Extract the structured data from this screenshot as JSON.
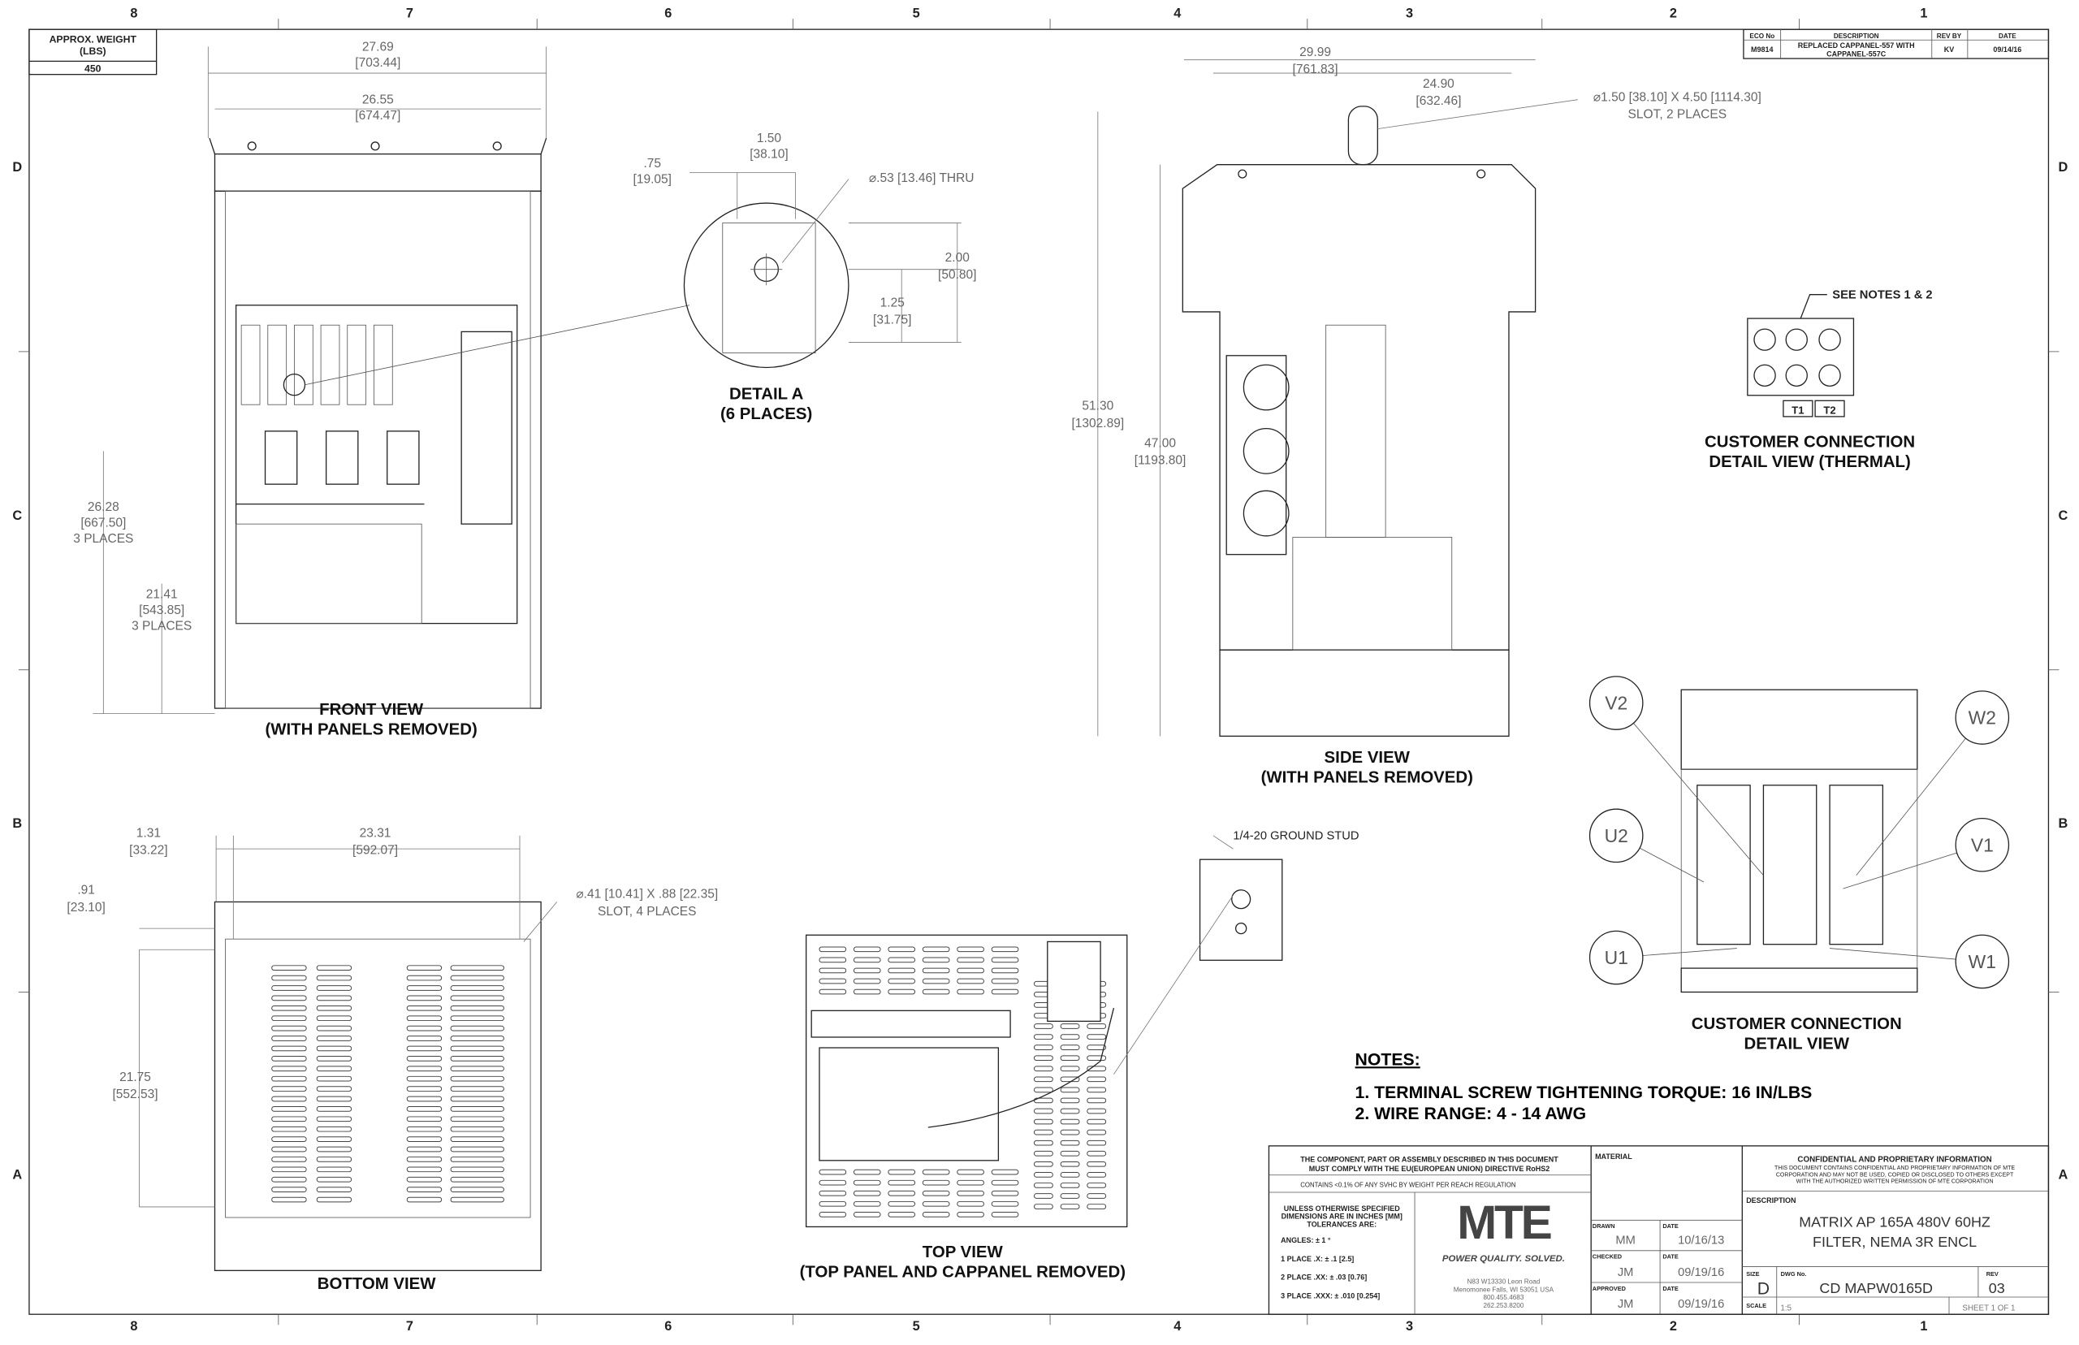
{
  "zones": {
    "top": [
      "8",
      "7",
      "6",
      "5",
      "4",
      "3",
      "2",
      "1"
    ],
    "side": [
      "D",
      "C",
      "B",
      "A"
    ]
  },
  "weight": {
    "label1": "APPROX. WEIGHT",
    "label2": "(LBS)",
    "value": "450"
  },
  "revision": {
    "headers": [
      "ECO No",
      "DESCRIPTION",
      "REV BY",
      "DATE"
    ],
    "eco": "M9814",
    "desc1": "REPLACED CAPPANEL-557 WITH",
    "desc2": "CAPPANEL-557C",
    "rev_by": "KV",
    "date": "09/14/16"
  },
  "front_view": {
    "d1": "27.69",
    "d1mm": "[703.44]",
    "d2": "26.55",
    "d2mm": "[674.47]",
    "d3": "26.28",
    "d3mm": "[667.50]",
    "d3n": "3 PLACES",
    "d4": "21.41",
    "d4mm": "[543.85]",
    "d4n": "3 PLACES",
    "title": "FRONT VIEW",
    "subtitle": "(WITH PANELS REMOVED)"
  },
  "detail_a": {
    "d1": ".75",
    "d1mm": "[19.05]",
    "d2": "1.50",
    "d2mm": "[38.10]",
    "hole": "⌀.53 [13.46] THRU",
    "d3": "2.00",
    "d3mm": "[50.80]",
    "d4": "1.25",
    "d4mm": "[31.75]",
    "title": "DETAIL A",
    "subtitle": "(6 PLACES)"
  },
  "side_view": {
    "d1": "29.99",
    "d1mm": "[761.83]",
    "d2": "24.90",
    "d2mm": "[632.46]",
    "slot1": "⌀1.50 [38.10] X 4.50 [1114.30]",
    "slot2": "SLOT, 2 PLACES",
    "d3": "51.30",
    "d3mm": "[1302.89]",
    "d4": "47.00",
    "d4mm": "[1193.80]",
    "title": "SIDE VIEW",
    "subtitle": "(WITH PANELS REMOVED)"
  },
  "thermal": {
    "note": "SEE NOTES 1 & 2",
    "t1": "T1",
    "t2": "T2",
    "title": "CUSTOMER CONNECTION",
    "subtitle": "DETAIL VIEW (THERMAL)"
  },
  "bottom_view": {
    "d1": "1.31",
    "d1mm": "[33.22]",
    "d2": "23.31",
    "d2mm": "[592.07]",
    "d3": ".91",
    "d3mm": "[23.10]",
    "d4": "21.75",
    "d4mm": "[552.53]",
    "slot1": "⌀.41 [10.41] X .88 [22.35]",
    "slot2": "SLOT, 4 PLACES",
    "title": "BOTTOM VIEW"
  },
  "top_view": {
    "stud": "1/4-20 GROUND STUD",
    "title": "TOP VIEW",
    "subtitle": "(TOP PANEL AND CAPPANEL REMOVED)"
  },
  "connection": {
    "terminals": [
      "V2",
      "W2",
      "U2",
      "V1",
      "U1",
      "W1"
    ],
    "title": "CUSTOMER CONNECTION",
    "subtitle": "DETAIL VIEW"
  },
  "notes": {
    "title": "NOTES:",
    "items": [
      "1.  TERMINAL SCREW TIGHTENING TORQUE: 16 IN/LBS",
      "2.  WIRE RANGE: 4 - 14 AWG"
    ]
  },
  "title_block": {
    "rohs1": "THE COMPONENT, PART OR ASSEMBLY DESCRIBED IN THIS DOCUMENT",
    "rohs2": "MUST COMPLY WITH THE EU(EUROPEAN UNION) DIRECTIVE RoHS2",
    "reach": "CONTAINS <0.1% OF ANY SVHC BY WEIGHT PER REACH REGULATION",
    "tol1": "UNLESS OTHERWISE SPECIFIED",
    "tol2": "DIMENSIONS ARE IN INCHES [MM]",
    "tol3": "TOLERANCES ARE:",
    "angles": "ANGLES: ± 1 °",
    "p1": "1 PLACE .X: ± .1 [2.5]",
    "p2": "2 PLACE .XX: ± .03 [0.76]",
    "p3": "3 PLACE .XXX: ± .010 [0.254]",
    "logo": "MTE",
    "tagline": "POWER QUALITY. SOLVED.",
    "addr": [
      "N83 W13330 Leon Road",
      "Menomonee Falls, WI 53051 USA",
      "800.455.4683",
      "262.253.8200"
    ],
    "material": "MATERIAL",
    "drawn_label": "DRAWN",
    "drawn": "MM",
    "drawn_date": "10/16/13",
    "checked_label": "CHECKED",
    "checked": "JM",
    "checked_date": "09/19/16",
    "approved_label": "APPROVED",
    "approved": "JM",
    "approved_date": "09/19/16",
    "date_label": "DATE",
    "conf_title": "CONFIDENTIAL AND PROPRIETARY INFORMATION",
    "conf": [
      "THIS DOCUMENT CONTAINS CONFIDENTIAL AND PROPRIETARY INFORMATION OF MTE",
      "CORPORATION AND MAY NOT BE USED, COPIED OR DISCLOSED TO OTHERS EXCEPT",
      "WITH THE AUTHORIZED WRITTEN PERMISSION OF MTE CORPORATION"
    ],
    "description_label": "DESCRIPTION",
    "desc1": "MATRIX AP 165A 480V 60HZ",
    "desc2": "FILTER, NEMA 3R ENCL",
    "size_label": "SIZE",
    "size": "D",
    "dwg_label": "DWG No.",
    "dwg": "CD MAPW0165D",
    "rev_label": "REV",
    "rev": "03",
    "scale_label": "SCALE",
    "scale": "1:5",
    "sheet": "SHEET 1  OF 1"
  }
}
